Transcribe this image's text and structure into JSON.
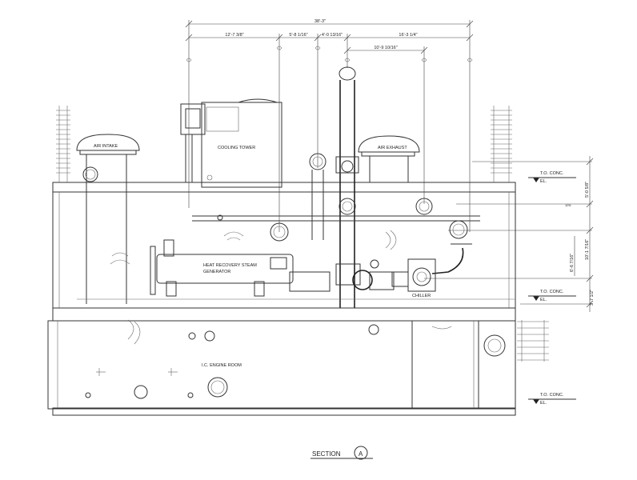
{
  "dimensions": {
    "overall": "38'-3\"",
    "d1": "12'-7 3/8\"",
    "d2": "5'-8 1/16\"",
    "d3": "4'-0 13/16\"",
    "d4": "16'-3 1/4\"",
    "d5": "10'-9 10/16\"",
    "v1": "5'-0 5/8\"",
    "v2": "10'-1 7/16\"",
    "v3": "6'-6 7/16\"",
    "v4": "3'-7 1/2\""
  },
  "labels": {
    "air_intake": "AIR INTAKE",
    "cooling_tower": "COOLING TOWER",
    "air_exhaust": "AIR EXHAUST",
    "hrsg_line1": "HEAT RECOVERY STEAM",
    "hrsg_line2": "GENERATOR",
    "engine_room": "I.C. ENGINE ROOM",
    "chiller": "CHILLER",
    "to_conc_1": "T.O. CONC.",
    "el_1": "EL.",
    "to_conc_2": "T.O. CONC.",
    "el_2": "EL.",
    "to_conc_3": "T.O. CONC.",
    "el_3": "EL."
  },
  "title": {
    "section_label": "SECTION",
    "section_mark": "A"
  }
}
